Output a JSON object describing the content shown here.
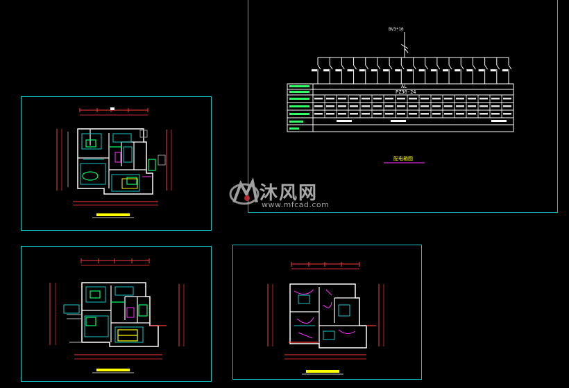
{
  "watermark": {
    "brand": "沐风网",
    "url": "www.mfcad.com"
  },
  "schedule": {
    "main_breaker": "BV3*10",
    "row_labels": [
      "",
      "",
      "",
      "",
      "",
      ""
    ],
    "box_code": "AL",
    "box_model": "PZ30-24",
    "title": "配电箱图"
  },
  "colors": {
    "frame": "#17c8c8",
    "wall": "#ffffff",
    "dim": "#ff3b3b",
    "accent": "#ffff00",
    "green": "#00ff66",
    "magenta": "#ff33ff"
  },
  "icons": {
    "watermark_logo": "mf-logo-icon"
  }
}
